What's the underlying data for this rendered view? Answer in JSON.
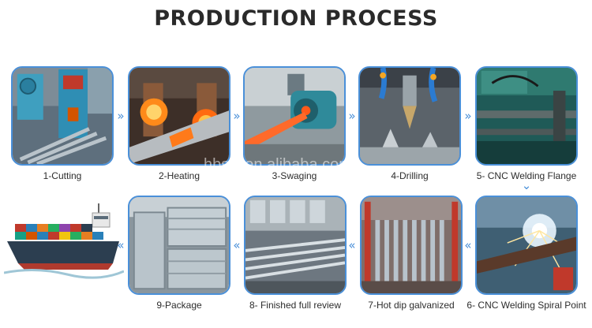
{
  "title": "PRODUCTION PROCESS",
  "watermark": "hbsyj.en.alibaba.com",
  "steps": [
    {
      "label": "1-Cutting"
    },
    {
      "label": "2-Heating"
    },
    {
      "label": "3-Swaging"
    },
    {
      "label": "4-Drilling"
    },
    {
      "label": "5- CNC Welding Flange"
    },
    {
      "label": "6- CNC Welding Spiral Point"
    },
    {
      "label": "7-Hot dip galvanized"
    },
    {
      "label": "8- Finished full review"
    },
    {
      "label": "9-Package"
    }
  ],
  "arrow_glyph_right": "»",
  "arrow_glyph_left": "«",
  "arrow_glyph_down": "⌄",
  "accent_color": "#4a90d9"
}
